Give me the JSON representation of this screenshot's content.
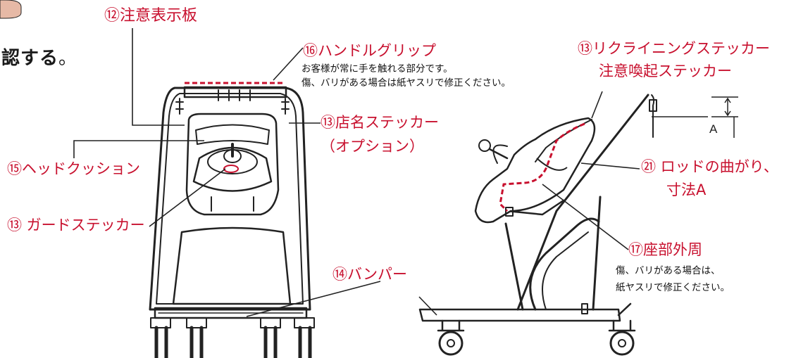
{
  "heading": {
    "text": "認する",
    "suffix": "。"
  },
  "labels": {
    "l12": "⑫注意表示板",
    "l16": "⑯ハンドルグリップ",
    "l16_note1": "お客様が常に手を触れる部分です。",
    "l16_note2": "傷、バリがある場合は紙ヤスリで修正ください。",
    "l13_recline_1": "⑬リクライニングステッカー",
    "l13_recline_2": "注意喚起ステッカー",
    "l13_shop_1": "⑬店名ステッカー",
    "l13_shop_2": "（オプション）",
    "l15": "⑮ヘッドクッション",
    "l13_guard": "⑬ ガードステッカー",
    "l21_1": "㉑ ロッドの曲がり、",
    "l21_2": "寸法A",
    "l17": "⑰座部外周",
    "l17_note1": "傷、バリがある場合は、",
    "l17_note2": "紙ヤスリで修正ください。",
    "l14": "⑭バンパー",
    "dim_a": "A"
  },
  "colors": {
    "accent": "#c8102e",
    "line": "#222222",
    "badge": "#e6b9a6"
  }
}
